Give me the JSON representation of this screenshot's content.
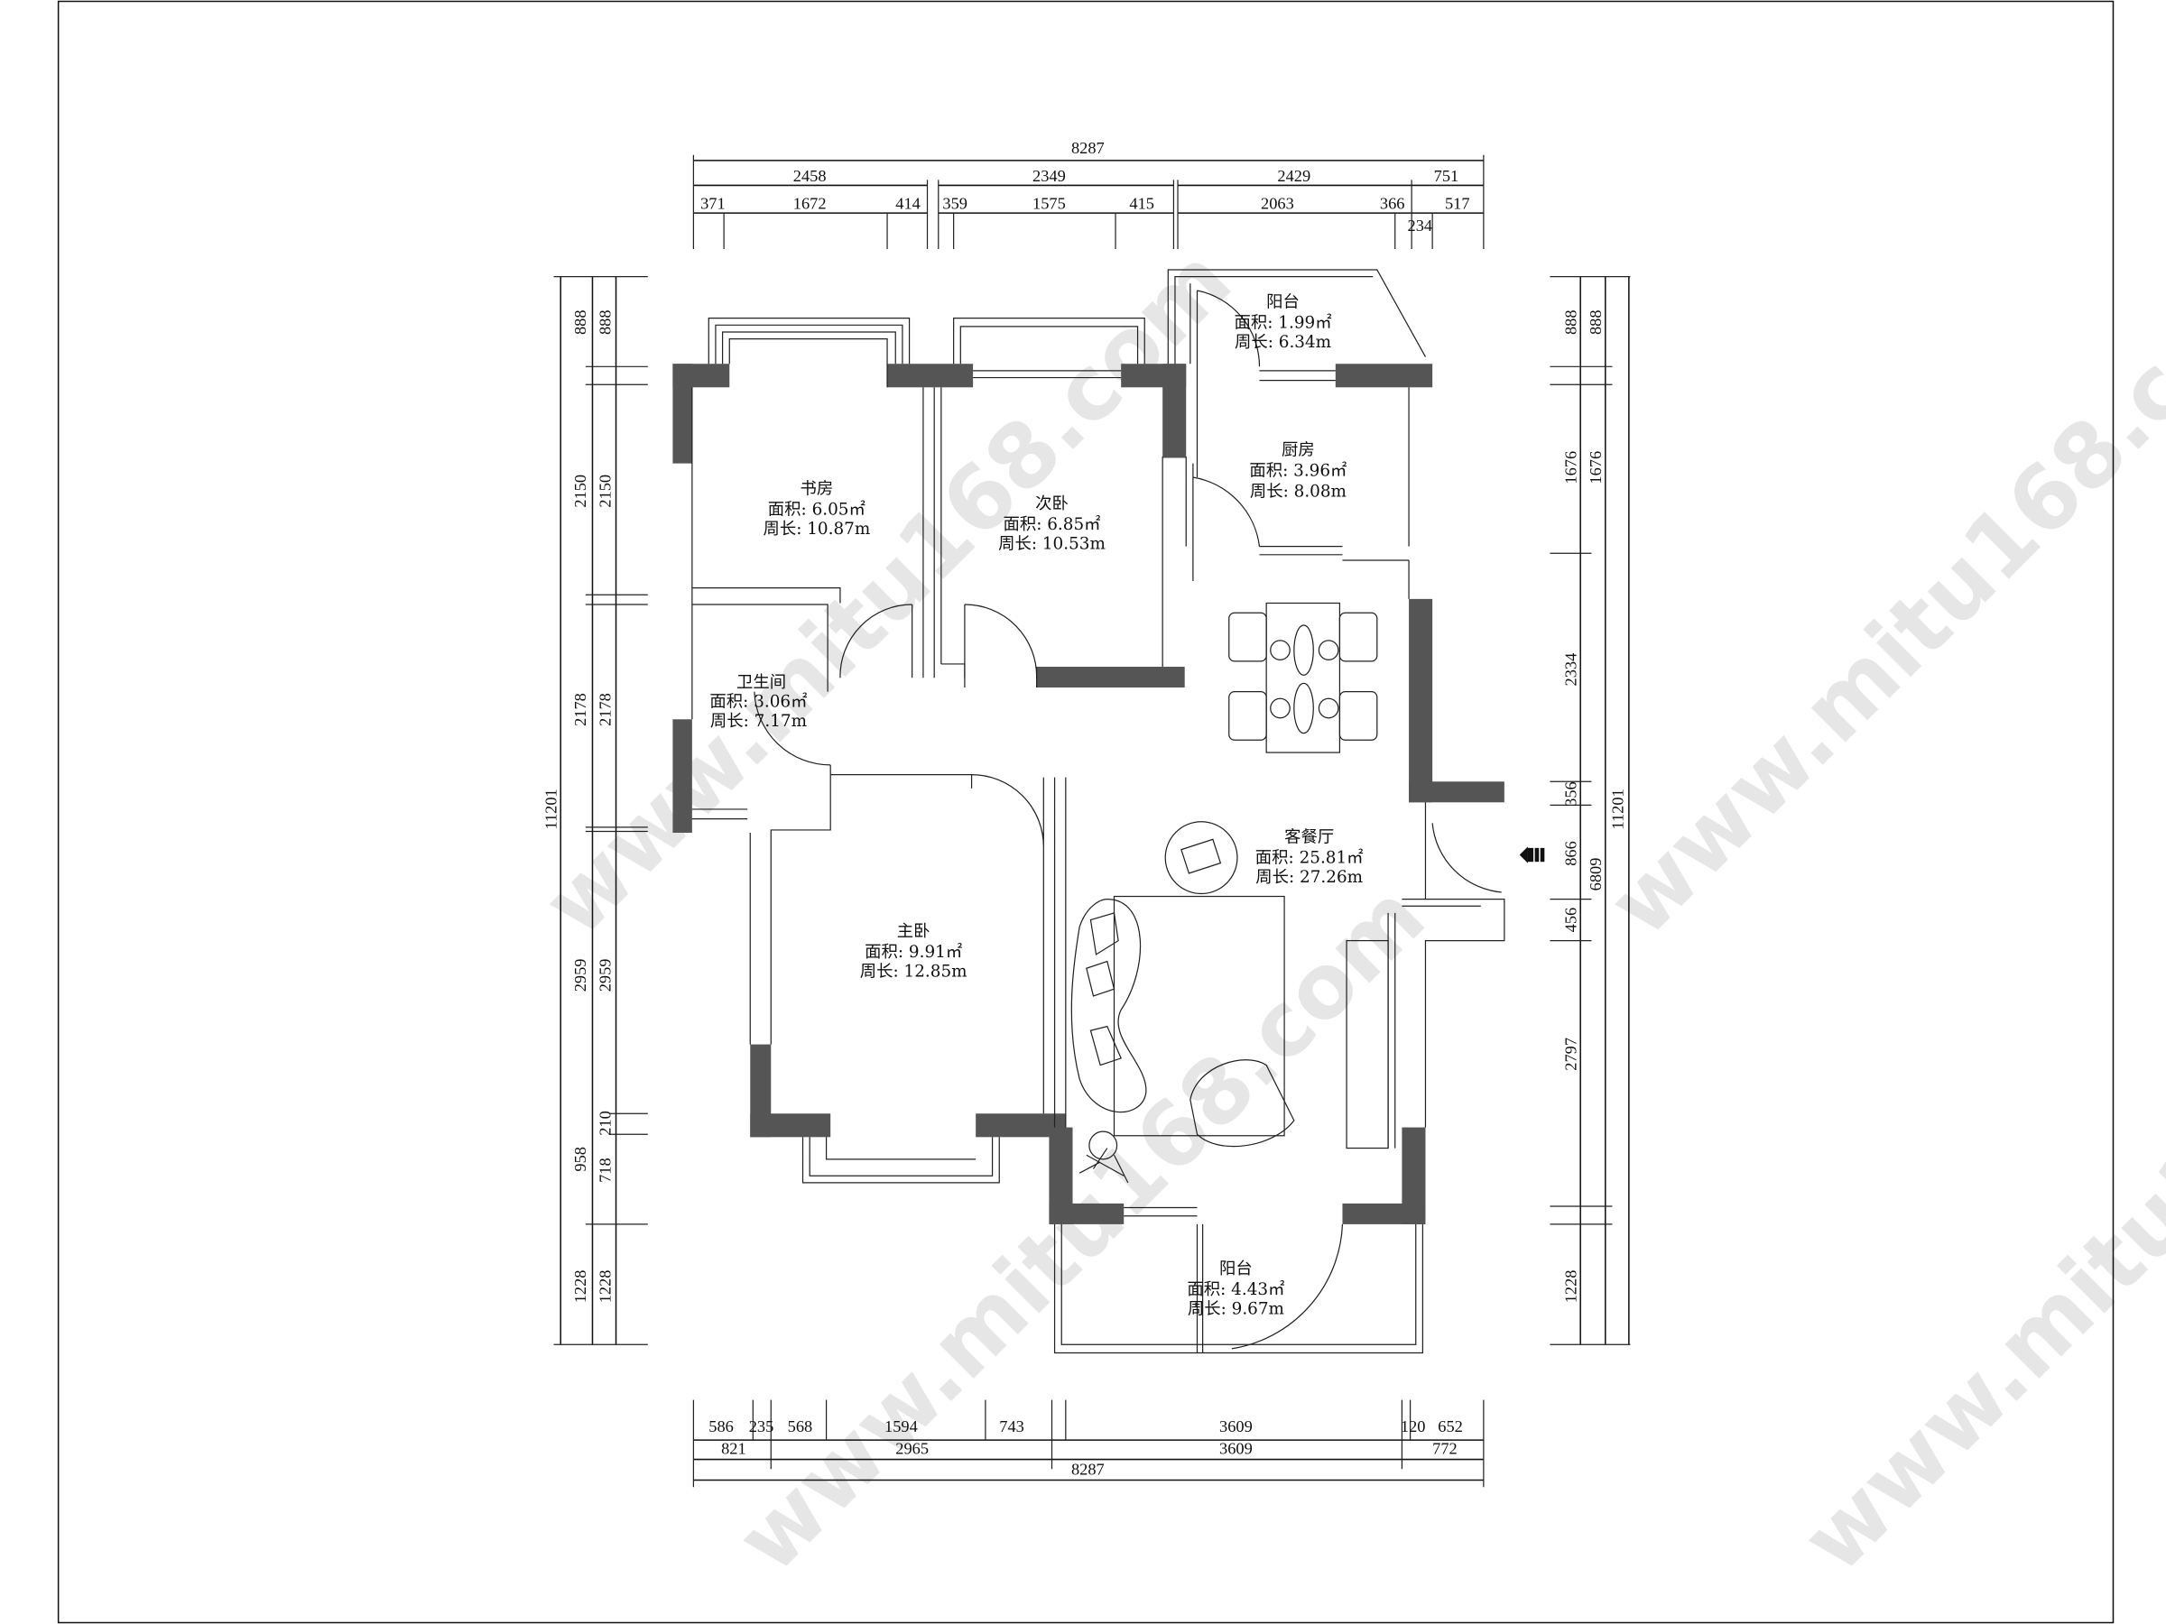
{
  "watermark": "www.mitu168.com",
  "dimensions": {
    "top": {
      "total": "8287",
      "row2": [
        "2458",
        "2349",
        "2429",
        "751"
      ],
      "row3": [
        "371",
        "1672",
        "414",
        "359",
        "1575",
        "415",
        "2063",
        "366",
        "517"
      ],
      "extra": "234"
    },
    "bottom": {
      "row1": [
        "586",
        "235",
        "568",
        "1594",
        "743",
        "3609",
        "120",
        "652"
      ],
      "row2": [
        "821",
        "2965",
        "3609",
        "772"
      ],
      "total": "8287"
    },
    "left": {
      "outer": [
        "888",
        "2150",
        "2178",
        "2959",
        "958",
        "1228"
      ],
      "inner": [
        "888",
        "2150",
        "2178",
        "2959",
        "210",
        "718",
        "1228"
      ],
      "total": "11201"
    },
    "right": {
      "inner": [
        "888",
        "1676",
        "2334",
        "356",
        "866",
        "456",
        "2797",
        "1228"
      ],
      "outer": [
        "888",
        "1676",
        "6809"
      ],
      "total": "11201"
    }
  },
  "rooms": [
    {
      "name": "书房",
      "area": "面积: 6.05㎡",
      "perimeter": "周长: 10.87m"
    },
    {
      "name": "次卧",
      "area": "面积: 6.85㎡",
      "perimeter": "周长: 10.53m"
    },
    {
      "name": "阳台",
      "area": "面积: 1.99㎡",
      "perimeter": "周长: 6.34m"
    },
    {
      "name": "厨房",
      "area": "面积: 3.96㎡",
      "perimeter": "周长: 8.08m"
    },
    {
      "name": "卫生间",
      "area": "面积: 3.06㎡",
      "perimeter": "周长: 7.17m"
    },
    {
      "name": "客餐厅",
      "area": "面积: 25.81㎡",
      "perimeter": "周长: 27.26m"
    },
    {
      "name": "主卧",
      "area": "面积: 9.91㎡",
      "perimeter": "周长: 12.85m"
    },
    {
      "name": "阳台",
      "area": "面积: 4.43㎡",
      "perimeter": "周长: 9.67m"
    }
  ],
  "icons": {
    "entrance": "entrance-arrow-icon"
  },
  "colors": {
    "wall": "#555555",
    "line": "#111111"
  }
}
